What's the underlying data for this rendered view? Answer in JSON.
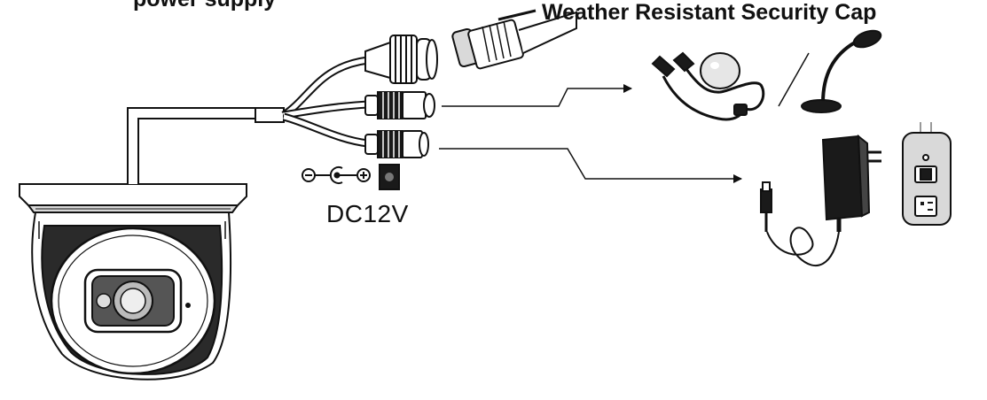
{
  "labels": {
    "top_partial": "power supply",
    "security_cap": "Weather Resistant Security Cap",
    "dc_voltage": "DC12V"
  },
  "colors": {
    "stroke": "#111111",
    "fill_light": "#ffffff",
    "fill_gray": "#d9d9d9",
    "fill_dark": "#1a1a1a"
  },
  "icons": {
    "dome_camera": "dome-camera-icon",
    "ethernet_connector": "rj45-connector-icon",
    "security_cap": "weatherproof-cap-icon",
    "audio_connector": "audio-rca-connector-icon",
    "power_connector": "dc-barrel-connector-icon",
    "polarity": "center-positive-polarity-icon",
    "dc_jack": "dc-jack-icon",
    "microphone_pickup": "pickup-microphone-icon",
    "desk_microphone": "desk-microphone-icon",
    "power_adapter": "power-adapter-icon",
    "wall_outlet": "wall-outlet-icon"
  }
}
